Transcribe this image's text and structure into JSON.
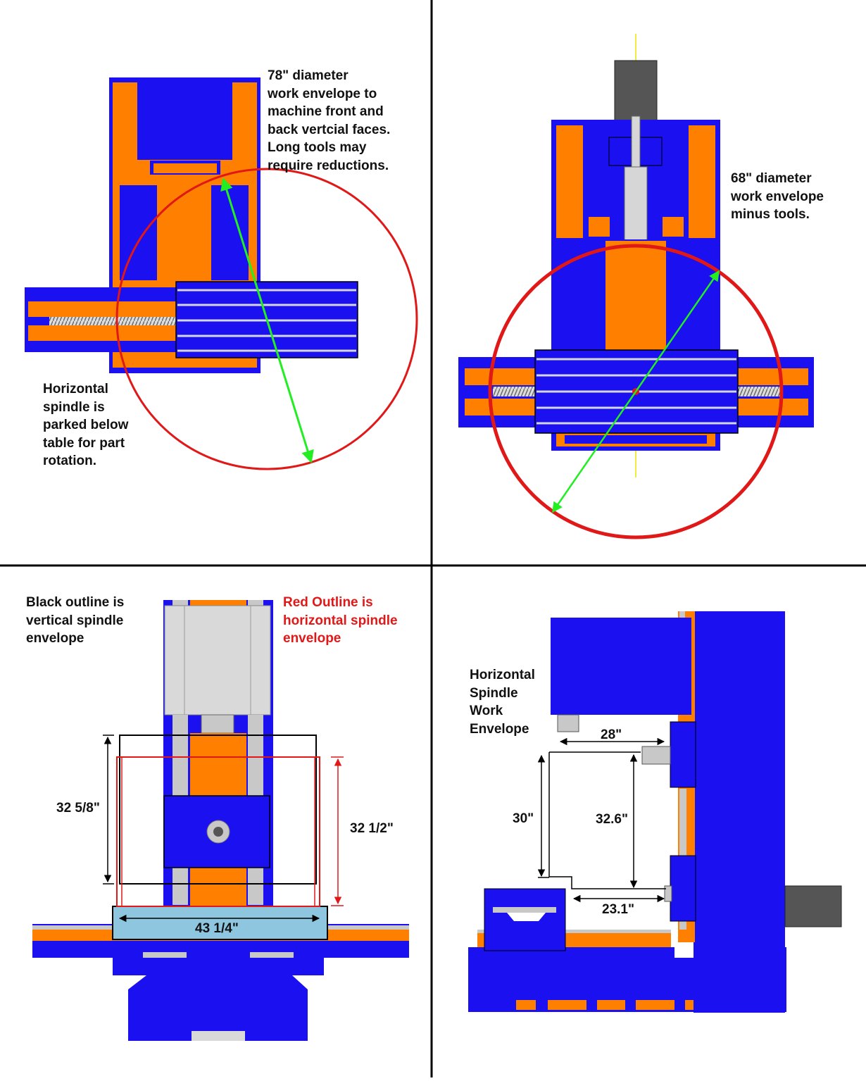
{
  "colors": {
    "machine_blue": "#1a10f0",
    "machine_orange": "#ff7f00",
    "envelope_red": "#e01818",
    "arrow_green": "#22ee22",
    "tool_gray": "#555555",
    "light_gray": "#c8c8c8",
    "table_light_blue": "#8ec6e0",
    "axis_yellow": "#e8e800"
  },
  "panels": {
    "top_left": {
      "note": "78\" diameter\nwork envelope to\nmachine front and\nback vertcial faces.\nLong tools may\nrequire reductions.",
      "caption": "Horizontal\nspindle is\nparked below\ntable for part\nrotation."
    },
    "top_right": {
      "note": "68\" diameter\nwork envelope\nminus tools."
    },
    "bottom_left": {
      "legend_black": "Black outline is\nvertical spindle\n envelope",
      "legend_red": "Red Outline is\nhorizontal spindle\nenvelope",
      "dim_height_black": "32 5/8\"",
      "dim_height_red": "32 1/2\"",
      "dim_width": "43 1/4\""
    },
    "bottom_right": {
      "title": "Horizontal\nSpindle\nWork\nEnvelope",
      "dim_top": "28\"",
      "dim_left": "30\"",
      "dim_right": "32.6\"",
      "dim_bottom": "23.1\""
    }
  }
}
